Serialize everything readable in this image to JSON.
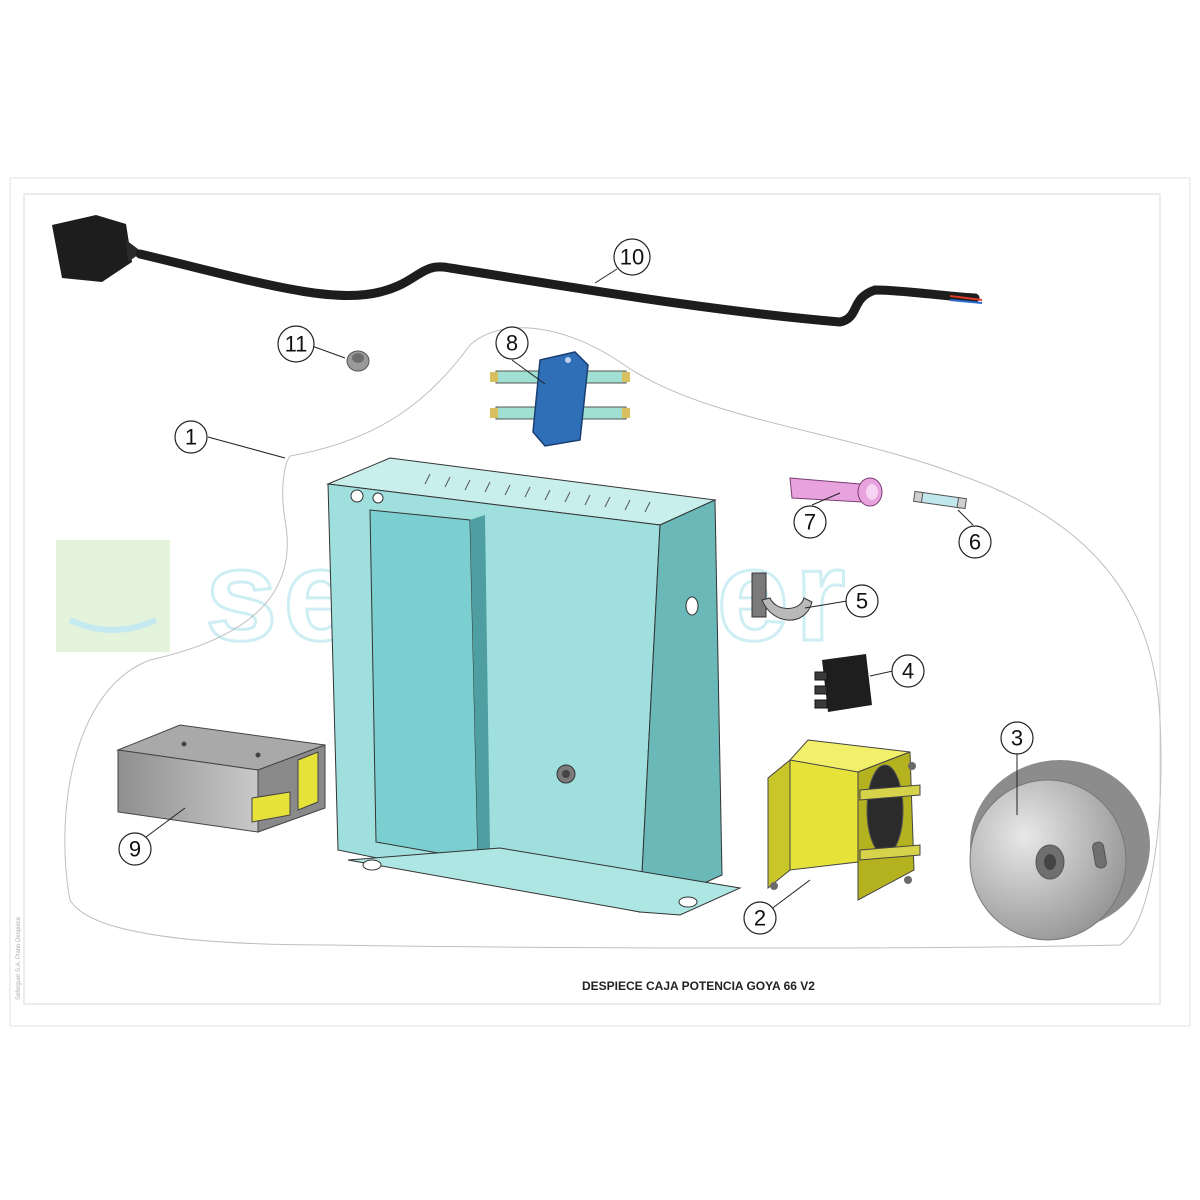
{
  "title": "DESPIECE CAJA POTENCIA GOYA 66 V2",
  "side_label": "Seferguer S.A. Plano Despiece",
  "watermark": "seferguer",
  "colors": {
    "chassis": "#9fe0df",
    "transformer": "#e6e23a",
    "filter": "#2f6fb8",
    "cable": "#1d1d1d",
    "gray": "#b9b9b9",
    "pink": "#e8a3df"
  },
  "callouts": [
    {
      "id": "1",
      "part": "chassis"
    },
    {
      "id": "2",
      "part": "transformer"
    },
    {
      "id": "3",
      "part": "round-cover"
    },
    {
      "id": "4",
      "part": "terminal-block"
    },
    {
      "id": "5",
      "part": "clamp"
    },
    {
      "id": "6",
      "part": "fuse"
    },
    {
      "id": "7",
      "part": "fuse-holder"
    },
    {
      "id": "8",
      "part": "filter"
    },
    {
      "id": "9",
      "part": "ballast-box"
    },
    {
      "id": "10",
      "part": "power-cable"
    },
    {
      "id": "11",
      "part": "cable-gland"
    }
  ]
}
